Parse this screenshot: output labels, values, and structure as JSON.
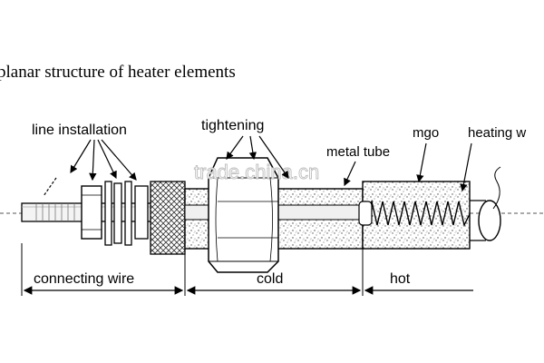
{
  "title": "planar structure of heater elements",
  "labels": {
    "line_installation": "line installation",
    "tightening": "tightening",
    "metal_tube": "metal tube",
    "mgo": "mgo",
    "heating_wire": "heating w"
  },
  "dimensions": {
    "connecting_wire": "connecting wire",
    "cold": "cold",
    "hot": "hot"
  },
  "watermark": "trade.china.cn"
}
